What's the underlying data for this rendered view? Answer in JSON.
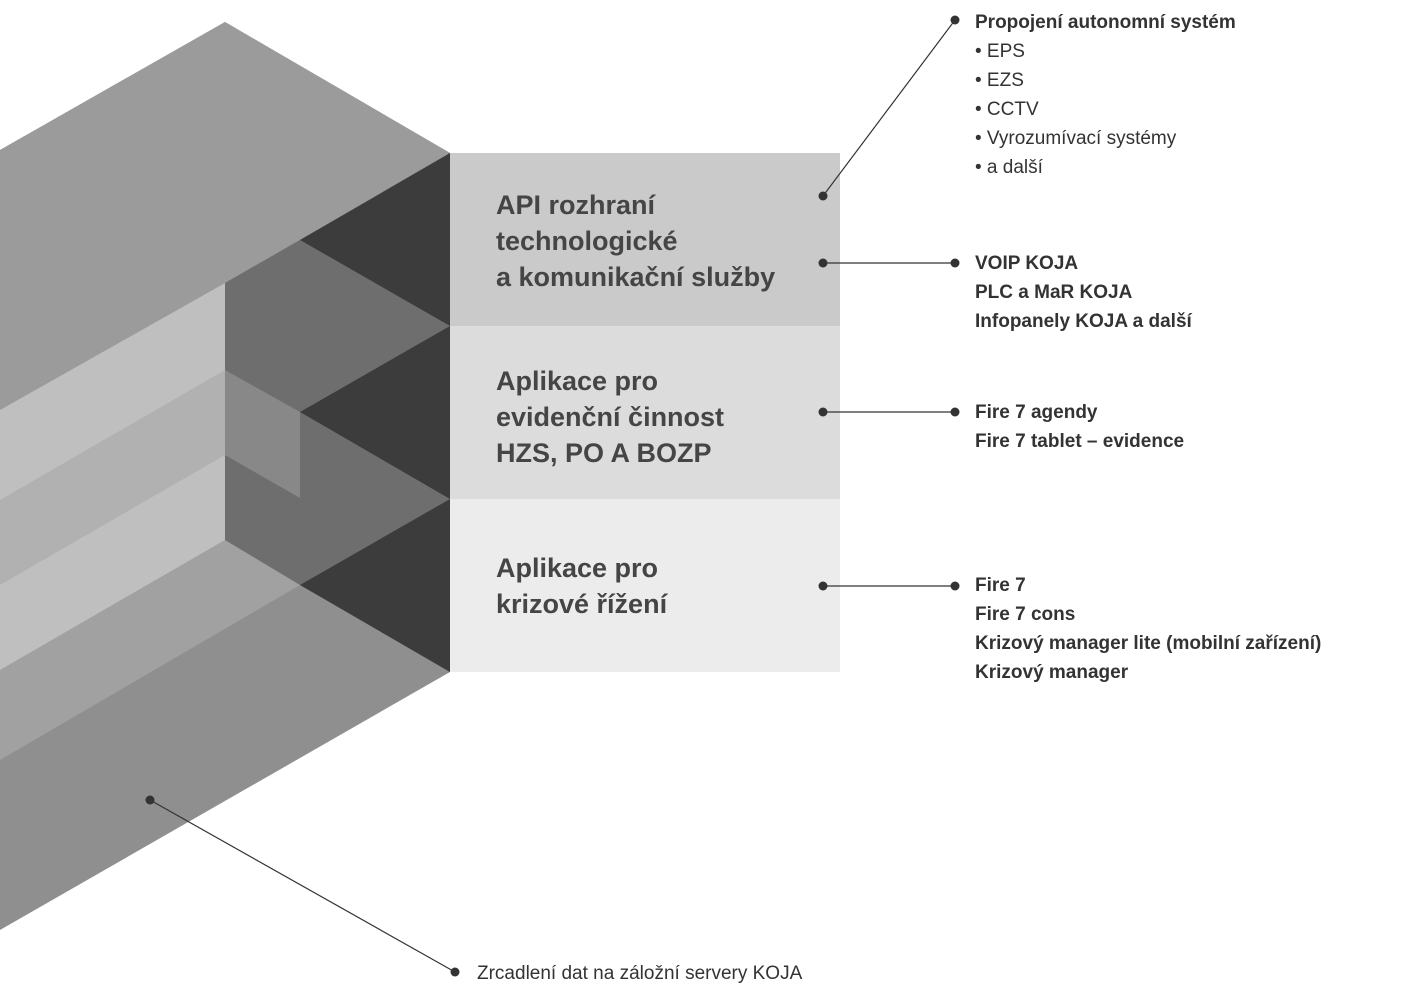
{
  "layers": [
    {
      "lines": [
        "API rozhraní",
        "technologické",
        "a komunikační služby"
      ]
    },
    {
      "lines": [
        "Aplikace pro",
        "evidenční činnost",
        "HZS, PO A BOZP"
      ]
    },
    {
      "lines": [
        "Aplikace pro",
        "krizové řížení"
      ]
    }
  ],
  "callouts": {
    "autonomous": {
      "title": "Propojení autonomní systém",
      "items": [
        "• EPS",
        "• EZS",
        "• CCTV",
        "• Vyrozumívací systémy",
        "• a další"
      ]
    },
    "api_services": {
      "lines": [
        "VOIP KOJA",
        "PLC a MaR KOJA",
        "Infopanely KOJA a další"
      ]
    },
    "evidence": {
      "lines": [
        "Fire 7 agendy",
        "Fire 7 tablet – evidence"
      ]
    },
    "crisis": {
      "lines": [
        "Fire 7",
        "Fire 7 cons",
        "Krizový manager lite (mobilní zařízení)",
        "Krizový manager"
      ]
    },
    "backup": {
      "text": "Zrcadlení dat na záložní servery KOJA"
    }
  },
  "colors": {
    "layer_1": "#cacaca",
    "layer_2": "#dcdcdc",
    "layer_3": "#ececec",
    "dark_face": "#3c3c3c",
    "connector": "#333333"
  }
}
